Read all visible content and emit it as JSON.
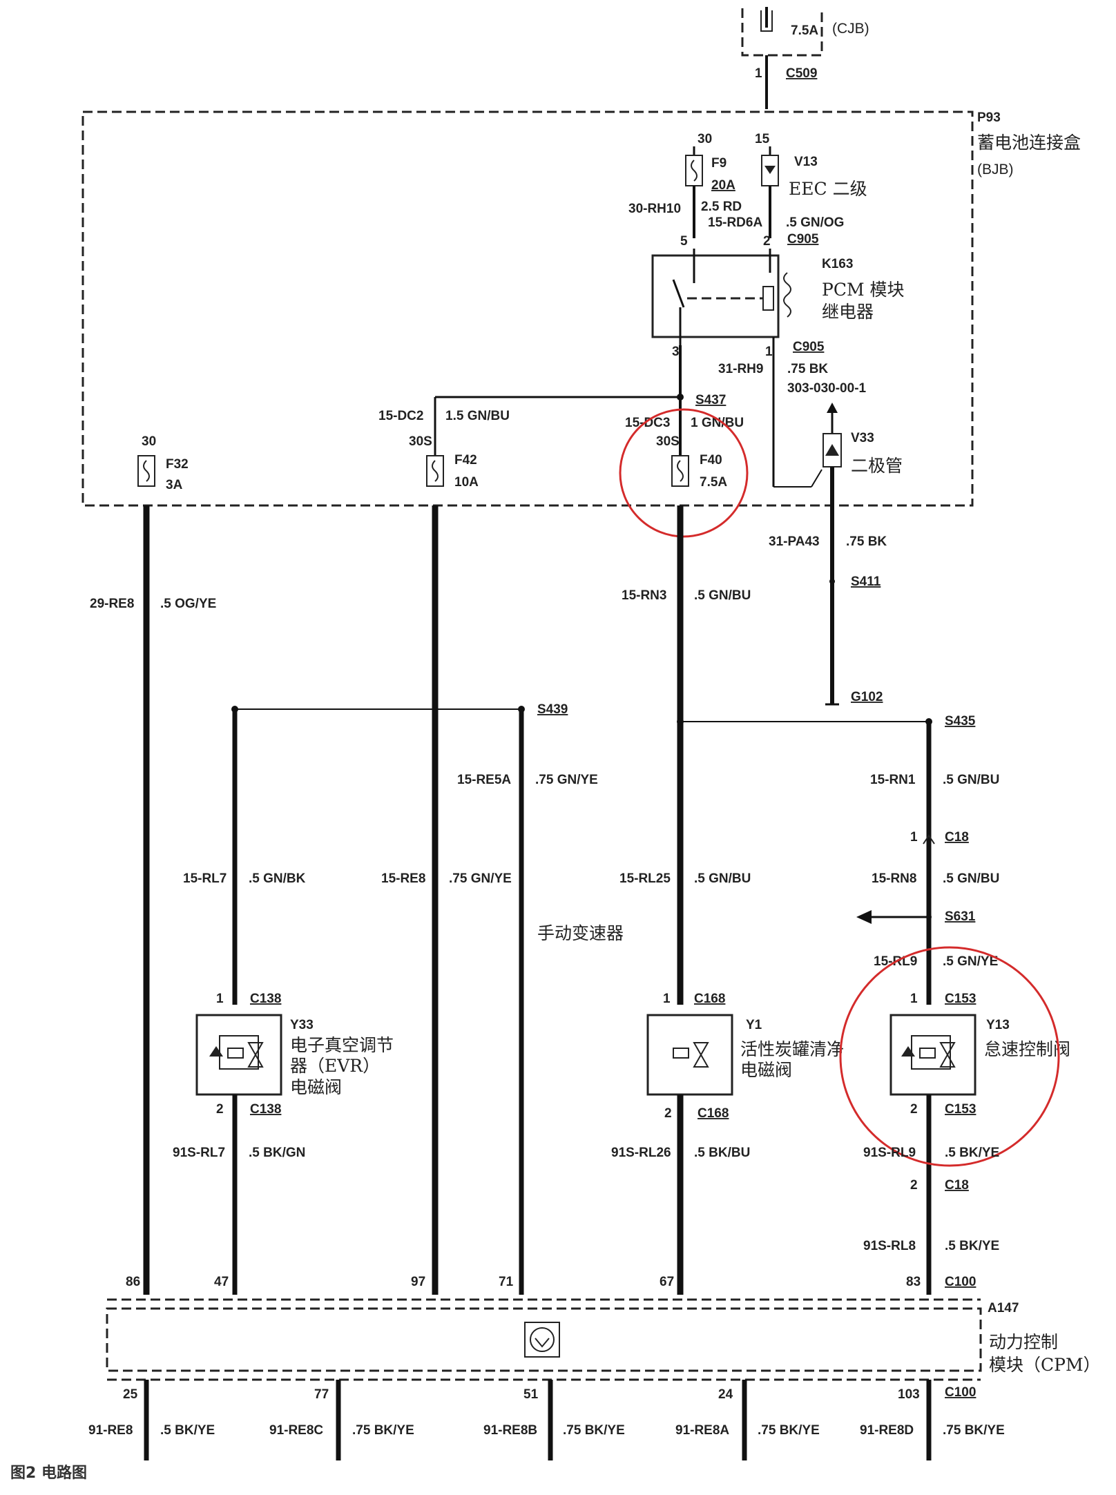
{
  "caption": "图2 电路图",
  "cjb": {
    "fuse_rating": "7.5A",
    "label": "(CJB)",
    "pin": "1",
    "connector": "C509"
  },
  "bjb": {
    "id": "P93",
    "name_cn": "蓄电池连接盒",
    "name_abbr": "(BJB)"
  },
  "fuses": {
    "f9": {
      "pin": "30",
      "id": "F9",
      "rating": "20A"
    },
    "f32": {
      "pin": "30",
      "id": "F32",
      "rating": "3A"
    },
    "f42": {
      "pin": "30S",
      "id": "F42",
      "rating": "10A"
    },
    "f40": {
      "pin": "30S",
      "id": "F40",
      "rating": "7.5A"
    }
  },
  "v13": {
    "pin": "15",
    "id": "V13",
    "label": "EEC 二级"
  },
  "relay": {
    "id": "K163",
    "label_line1": "PCM 模块",
    "label_line2": "继电器",
    "pin5": "5",
    "pin2": "2",
    "pin3": "3",
    "pin1": "1",
    "conn_top": "C905",
    "conn_bottom": "C905"
  },
  "wires_top": {
    "w30_rh10": "30-RH10",
    "w30_rh10_spec": "2.5 RD",
    "w15_rd6a": "15-RD6A",
    "w15_rd6a_spec": ".5 GN/OG",
    "w31_rh9": "31-RH9",
    "w31_rh9_spec": ".75 BK",
    "ref": "303-030-00-1",
    "w15_dc2": "15-DC2",
    "w15_dc2_spec": "1.5 GN/BU",
    "w15_dc3": "15-DC3",
    "w15_dc3_spec": "1 GN/BU",
    "splice_s437": "S437"
  },
  "diode": {
    "id": "V33",
    "label": "二极管",
    "wire": "31-PA43",
    "wire_spec": ".75 BK",
    "splice": "S411",
    "ground": "G102"
  },
  "wires_mid": {
    "w29_re8": "29-RE8",
    "w29_re8_spec": ".5 OG/YE",
    "w15_rn3": "15-RN3",
    "w15_rn3_spec": ".5 GN/BU",
    "splice_s439": "S439",
    "splice_s435": "S435",
    "w15_re5a": "15-RE5A",
    "w15_re5a_spec": ".75 GN/YE",
    "w15_rn1": "15-RN1",
    "w15_rn1_spec": ".5 GN/BU",
    "c18_pin1": "1",
    "c18": "C18",
    "w15_rl7": "15-RL7",
    "w15_rl7_spec": ".5 GN/BK",
    "w15_re8": "15-RE8",
    "w15_re8_spec": ".75 GN/YE",
    "w15_rl25": "15-RL25",
    "w15_rl25_spec": ".5 GN/BU",
    "w15_rn8": "15-RN8",
    "w15_rn8_spec": ".5 GN/BU",
    "splice_s631": "S631",
    "w15_rl9": "15-RL9",
    "w15_rl9_spec": ".5 GN/YE",
    "manual_trans": "手动变速器"
  },
  "valves": {
    "evr": {
      "id": "Y33",
      "pin_top": "1",
      "conn_top": "C138",
      "pin_bottom": "2",
      "conn_bottom": "C138",
      "label1": "电子真空调节",
      "label2": "器（EVR）",
      "label3": "电磁阀"
    },
    "purge": {
      "id": "Y1",
      "pin_top": "1",
      "conn_top": "C168",
      "pin_bottom": "2",
      "conn_bottom": "C168",
      "label1": "活性炭罐清净",
      "label2": "电磁阀"
    },
    "idle": {
      "id": "Y13",
      "pin_top": "1",
      "conn_top": "C153",
      "pin_bottom": "2",
      "conn_bottom": "C153",
      "label1": "怠速控制阀"
    }
  },
  "wires_low": {
    "w91s_rl7": "91S-RL7",
    "w91s_rl7_spec": ".5 BK/GN",
    "w91s_rl26": "91S-RL26",
    "w91s_rl26_spec": ".5 BK/BU",
    "w91s_rl9": "91S-RL9",
    "w91s_rl9_spec": ".5 BK/YE",
    "c18_pin2": "2",
    "c18b": "C18",
    "w91s_rl8": "91S-RL8",
    "w91s_rl8_spec": ".5 BK/YE"
  },
  "pcm": {
    "id": "A147",
    "label1": "动力控制",
    "label2": "模块（CPM）",
    "conn": "C100",
    "pins_top": [
      "86",
      "47",
      "97",
      "71",
      "67",
      "83"
    ],
    "pins_bottom": [
      "25",
      "77",
      "51",
      "24",
      "103"
    ],
    "conn_bottom": "C100"
  },
  "wires_bottom": [
    {
      "name": "91-RE8",
      "spec": ".5 BK/YE"
    },
    {
      "name": "91-RE8C",
      "spec": ".75 BK/YE"
    },
    {
      "name": "91-RE8B",
      "spec": ".75 BK/YE"
    },
    {
      "name": "91-RE8A",
      "spec": ".75 BK/YE"
    },
    {
      "name": "91-RE8D",
      "spec": ".75 BK/YE"
    }
  ],
  "colors": {
    "wire": "#111111",
    "highlight": "#d42b2b",
    "background": "#ffffff"
  }
}
